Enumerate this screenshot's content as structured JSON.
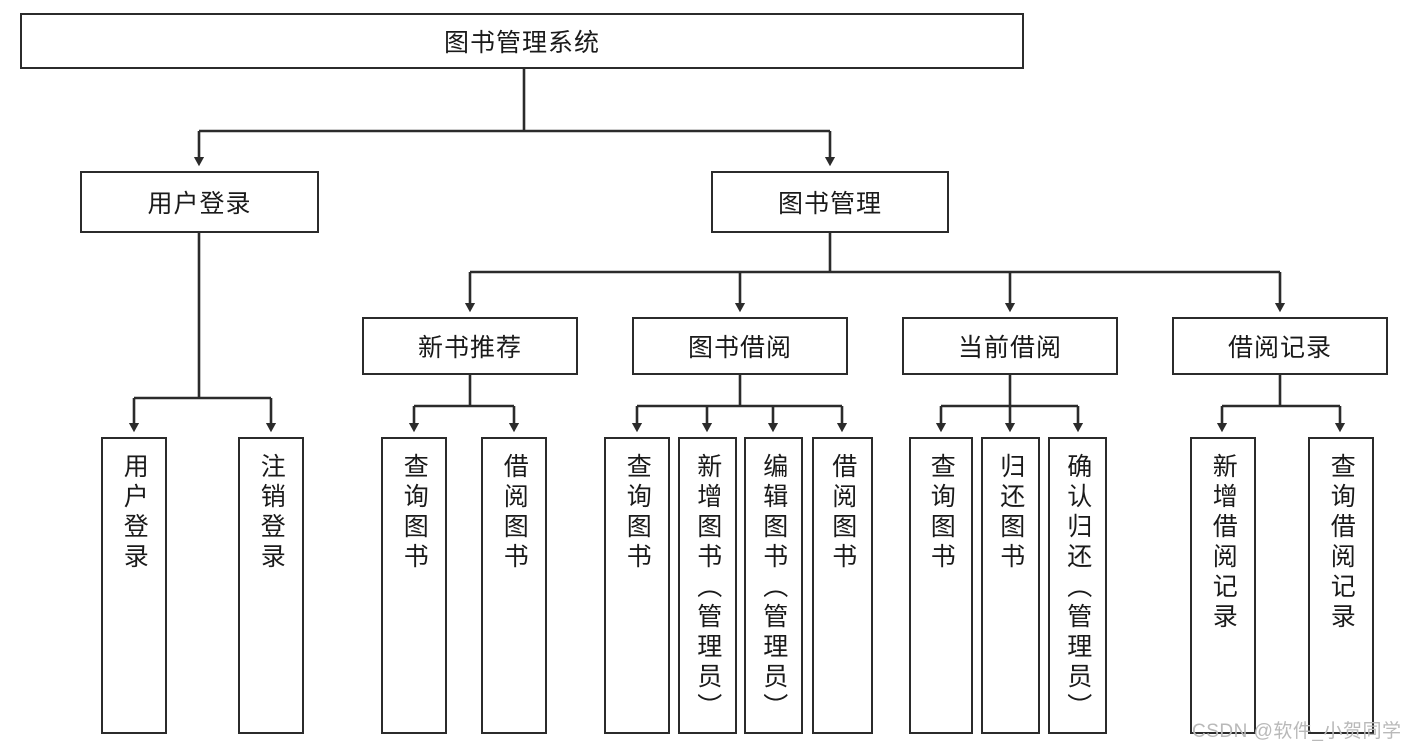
{
  "diagram": {
    "title_node": {
      "label": "图书管理系统"
    },
    "level2": [
      {
        "id": "user-login",
        "label": "用户登录"
      },
      {
        "id": "book-management",
        "label": "图书管理"
      }
    ],
    "level3": [
      {
        "id": "new-book-recommend",
        "label": "新书推荐"
      },
      {
        "id": "book-borrow",
        "label": "图书借阅"
      },
      {
        "id": "current-borrow",
        "label": "当前借阅"
      },
      {
        "id": "borrow-record",
        "label": "借阅记录"
      }
    ],
    "leaves": [
      {
        "id": "leaf-user-login",
        "label": "用户登录",
        "parent": "user-login"
      },
      {
        "id": "leaf-logout",
        "label": "注销登录",
        "parent": "user-login"
      },
      {
        "id": "leaf-query-book-1",
        "label": "查询图书",
        "parent": "new-book-recommend"
      },
      {
        "id": "leaf-borrow-book-1",
        "label": "借阅图书",
        "parent": "new-book-recommend"
      },
      {
        "id": "leaf-query-book-2",
        "label": "查询图书",
        "parent": "book-borrow"
      },
      {
        "id": "leaf-add-book",
        "label": "新增图书（管理员）",
        "parent": "book-borrow"
      },
      {
        "id": "leaf-edit-book",
        "label": "编辑图书（管理员）",
        "parent": "book-borrow"
      },
      {
        "id": "leaf-borrow-book-2",
        "label": "借阅图书",
        "parent": "book-borrow"
      },
      {
        "id": "leaf-query-book-3",
        "label": "查询图书",
        "parent": "current-borrow"
      },
      {
        "id": "leaf-return-book",
        "label": "归还图书",
        "parent": "current-borrow"
      },
      {
        "id": "leaf-confirm-return",
        "label": "确认归还（管理员）",
        "parent": "current-borrow"
      },
      {
        "id": "leaf-add-record",
        "label": "新增借阅记录",
        "parent": "borrow-record"
      },
      {
        "id": "leaf-query-record",
        "label": "查询借阅记录",
        "parent": "borrow-record"
      }
    ],
    "colors": {
      "stroke": "#2b2b2b",
      "text": "#1a1a1a",
      "background": "#ffffff",
      "watermark": "#b9b9b9"
    }
  },
  "watermark": {
    "text": "CSDN @软件_小贺同学"
  }
}
